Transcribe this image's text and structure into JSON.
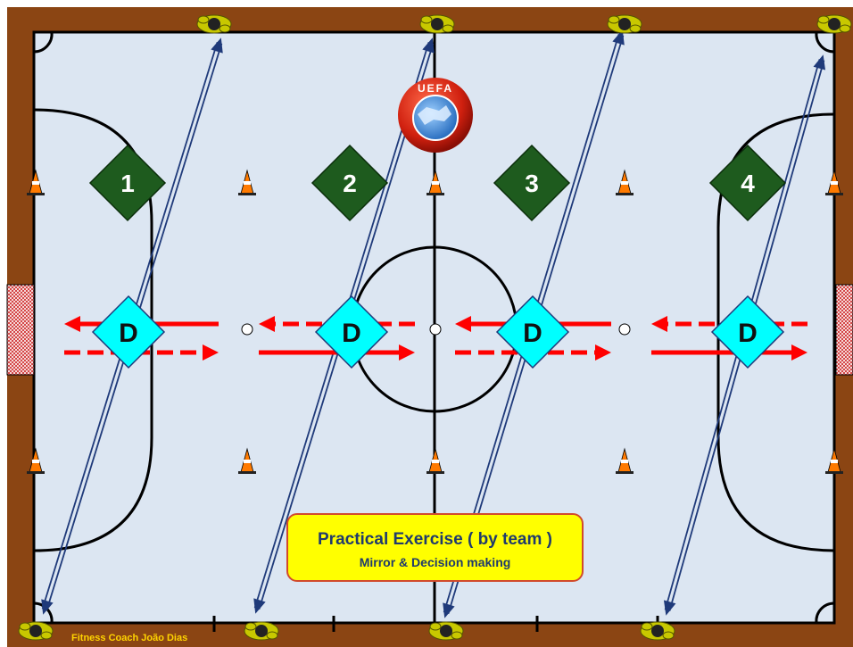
{
  "stations": [
    {
      "label": "1"
    },
    {
      "label": "2"
    },
    {
      "label": "3"
    },
    {
      "label": "4"
    }
  ],
  "defender_label": "D",
  "logo_text": "UEFA",
  "info_box": {
    "title": "Practical Exercise ( by team )",
    "subtitle": "Mirror & Decision making"
  },
  "credit": "Fitness Coach  João Dias",
  "colors": {
    "border": "#8b4513",
    "court": "#dce6f2",
    "station_diamond": "#1e5b1e",
    "defender_diamond": "#00ffff",
    "arrow_red": "#ff0000",
    "arrow_blue": "#1f3a7a",
    "info_box": "#ffff00"
  }
}
